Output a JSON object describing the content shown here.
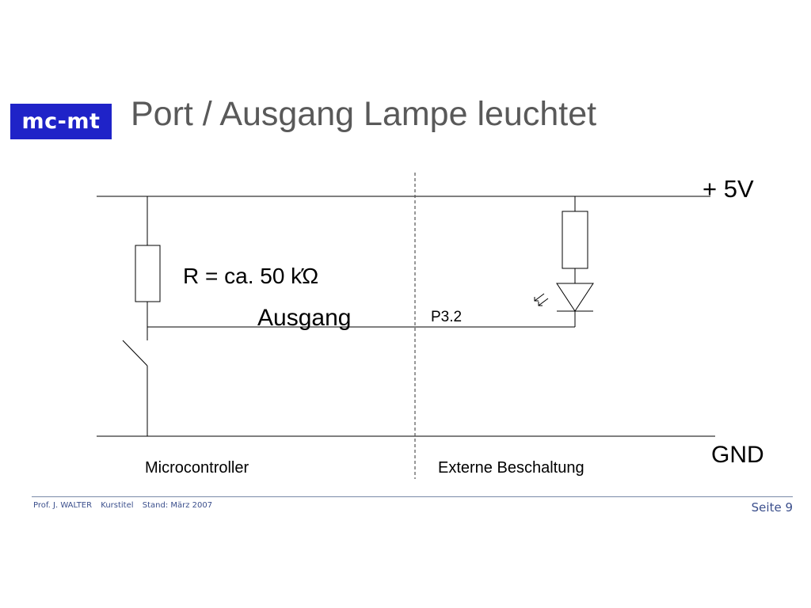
{
  "header": {
    "logo_text": "mc-mt",
    "title": "Port / Ausgang Lampe leuchtet"
  },
  "diagram": {
    "labels": {
      "vcc": "+ 5V",
      "gnd": "GND",
      "resistor": "R = ca. 50 kΏ",
      "output": "Ausgang",
      "port": "P3.2",
      "left_region": "Microcontroller",
      "right_region": "Externe Beschaltung"
    }
  },
  "footer": {
    "author": "Prof. J. WALTER",
    "course": "Kurstitel",
    "date": "Stand: März 2007",
    "page": "Seite 9"
  },
  "colors": {
    "logo_background": "#1f23c8",
    "title": "#595959",
    "footer_text": "#3b4f8c"
  }
}
